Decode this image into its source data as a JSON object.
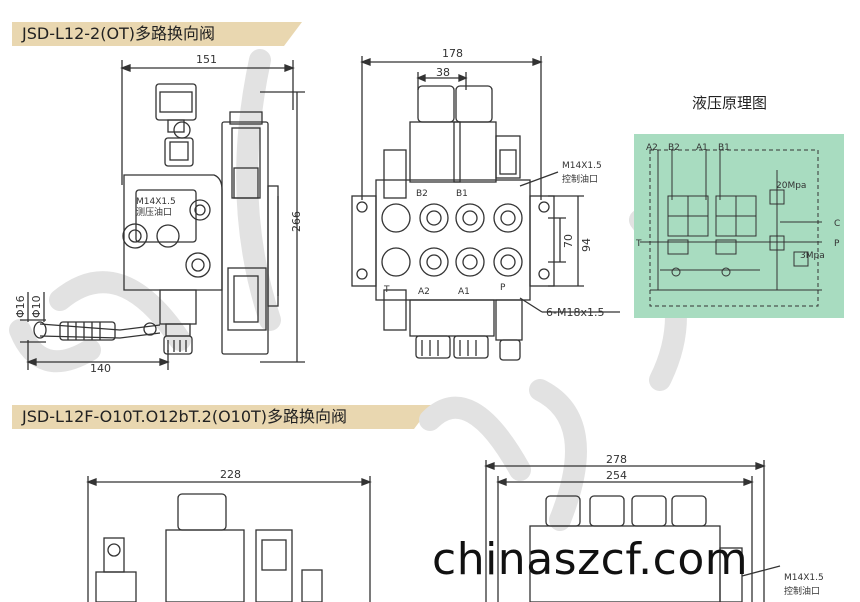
{
  "titles": {
    "top": "JSD-L12-2(OT)多路换向阀",
    "bottom": "JSD-L12F-O10T.O12bT.2(O10T)多路换向阀"
  },
  "dimensions_top_left": {
    "width": "151",
    "height": "266",
    "length": "140",
    "phi16": "Φ16",
    "phi10": "Φ10",
    "port_size": "M14X1.5",
    "port_label": "测压油口"
  },
  "dimensions_top_middle": {
    "width": "178",
    "pitch": "38",
    "h70": "70",
    "h94": "94",
    "port_size": "M14X1.5",
    "port_label": "控制油口",
    "bolt_spec": "6-M18x1.5",
    "ports": [
      "B2",
      "B1",
      "T",
      "A2",
      "A1",
      "P"
    ]
  },
  "schematic": {
    "title": "液压原理图",
    "ports_top": [
      "A2",
      "B2",
      "A1",
      "B1"
    ],
    "left_port": "T",
    "right_ports": [
      "C",
      "P"
    ],
    "pressure_high": "20Mpa",
    "pressure_low": "3Mpa",
    "background_color": "#a8dcc0"
  },
  "dimensions_bottom": {
    "left_width": "228",
    "right_total": "278",
    "right_inner": "254",
    "port_size": "M14X1.5",
    "port_label": "控制油口"
  },
  "watermark": "chinaszcf.com"
}
